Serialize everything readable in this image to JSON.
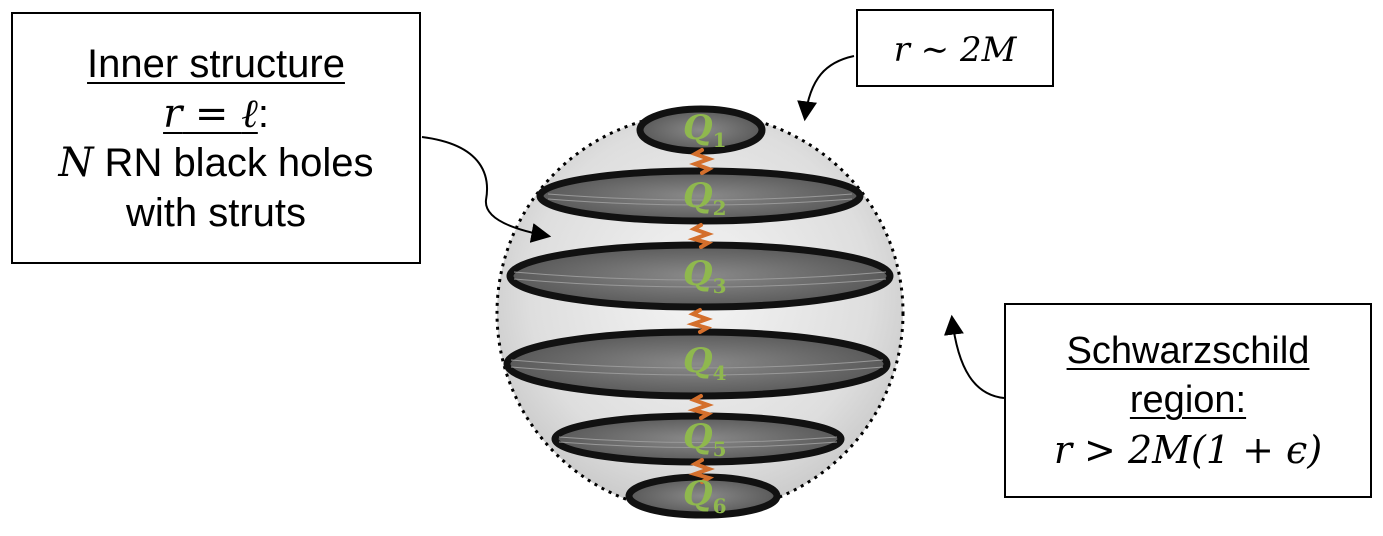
{
  "inner_box": {
    "title": "Inner structure",
    "line2_var": "r",
    "line2_eq": " = ",
    "line2_val": "ℓ",
    "line2_colon": ":",
    "line3_var": "N",
    "line3_text": " RN black holes",
    "line4_text": "with struts"
  },
  "rm_box": {
    "label": "r ∼ 2M"
  },
  "schw_box": {
    "title1": "Schwarzschild",
    "title2": "region:",
    "condition": "r > 2M(1 + ϵ)"
  },
  "charges": [
    {
      "letter": "Q",
      "sub": "1"
    },
    {
      "letter": "Q",
      "sub": "2"
    },
    {
      "letter": "Q",
      "sub": "3"
    },
    {
      "letter": "Q",
      "sub": "4"
    },
    {
      "letter": "Q",
      "sub": "5"
    },
    {
      "letter": "Q",
      "sub": "6"
    }
  ],
  "colors": {
    "charge_label": "#8fb84e",
    "strut": "#d46f2c",
    "sphere_fill": "#e3e3e3",
    "disc_fill": "#6e6e6e"
  }
}
